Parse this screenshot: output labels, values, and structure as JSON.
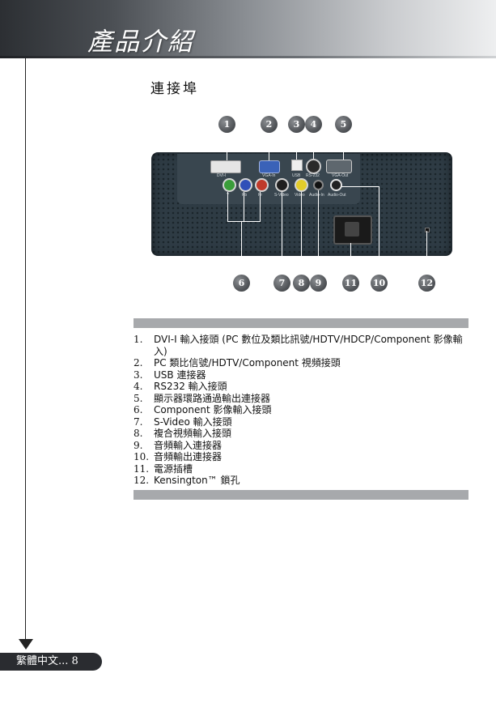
{
  "header": {
    "chapter_title": "產品介紹"
  },
  "section": {
    "heading": "連接埠"
  },
  "figure": {
    "callouts": [
      "1",
      "2",
      "3",
      "4",
      "5",
      "6",
      "7",
      "8",
      "9",
      "11",
      "10",
      "12"
    ],
    "port_labels": {
      "dvi": "DVI-I",
      "vga_in": "VGA-In",
      "usb": "USB",
      "rs232": "RS-232",
      "vga_out": "VGA-Out",
      "y": "Y",
      "pb": "Pb",
      "pr": "Pr",
      "svideo": "S-Video",
      "video": "Video",
      "audio_in": "Audio-In",
      "audio_out": "Audio-Out"
    }
  },
  "list": [
    {
      "num": "1.",
      "text": "DVI-I 輸入接頭 (PC 數位及類比訊號/HDTV/HDCP/Component 影像輸入)"
    },
    {
      "num": "2.",
      "text": "PC 類比信號/HDTV/Component 視頻接頭"
    },
    {
      "num": "3.",
      "text": "USB 連接器"
    },
    {
      "num": "4.",
      "text": "RS232 輸入接頭"
    },
    {
      "num": "5.",
      "text": "顯示器環路通過輸出連接器"
    },
    {
      "num": "6.",
      "text": "Component 影像輸入接頭"
    },
    {
      "num": "7.",
      "text": "S-Video 輸入接頭"
    },
    {
      "num": "8.",
      "text": "複合視頻輸入接頭"
    },
    {
      "num": "9.",
      "text": "音頻輸入連接器"
    },
    {
      "num": "10.",
      "text": "音頻輸出連接器"
    },
    {
      "num": "11.",
      "text": "電源插槽"
    },
    {
      "num": "12.",
      "text": "Kensington™ 鎖孔"
    }
  ],
  "footer": {
    "label": "繁體中文... 8"
  }
}
